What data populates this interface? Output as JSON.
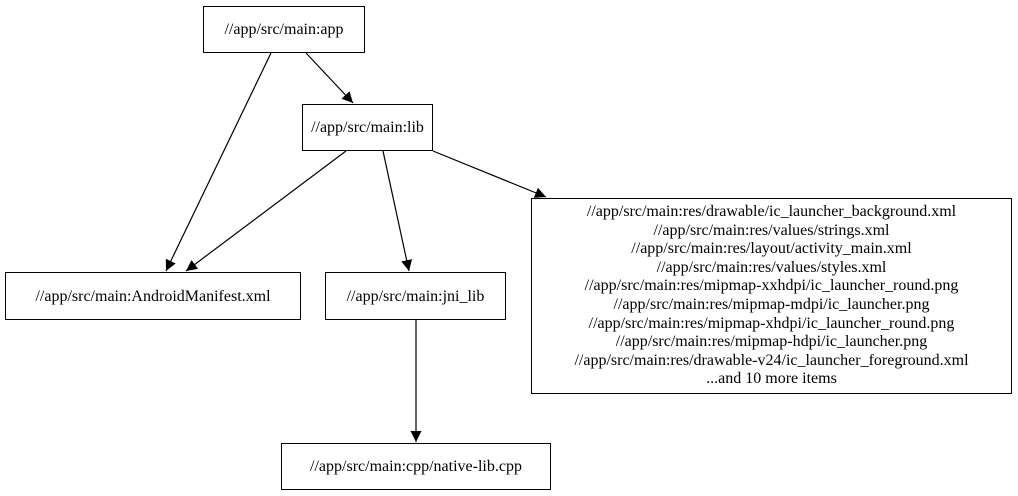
{
  "nodes": {
    "app": "//app/src/main:app",
    "lib": "//app/src/main:lib",
    "manifest": "//app/src/main:AndroidManifest.xml",
    "jni_lib": "//app/src/main:jni_lib",
    "native_cpp": "//app/src/main:cpp/native-lib.cpp",
    "resources": [
      "//app/src/main:res/drawable/ic_launcher_background.xml",
      "//app/src/main:res/values/strings.xml",
      "//app/src/main:res/layout/activity_main.xml",
      "//app/src/main:res/values/styles.xml",
      "//app/src/main:res/mipmap-xxhdpi/ic_launcher_round.png",
      "//app/src/main:res/mipmap-mdpi/ic_launcher.png",
      "//app/src/main:res/mipmap-xhdpi/ic_launcher_round.png",
      "//app/src/main:res/mipmap-hdpi/ic_launcher.png",
      "//app/src/main:res/drawable-v24/ic_launcher_foreground.xml",
      "...and 10 more items"
    ]
  },
  "edges": [
    {
      "from": "app",
      "to": "lib"
    },
    {
      "from": "app",
      "to": "manifest"
    },
    {
      "from": "lib",
      "to": "manifest"
    },
    {
      "from": "lib",
      "to": "jni_lib"
    },
    {
      "from": "lib",
      "to": "resources"
    },
    {
      "from": "jni_lib",
      "to": "native_cpp"
    }
  ],
  "colors": {
    "stroke": "#000000",
    "background": "#ffffff"
  }
}
